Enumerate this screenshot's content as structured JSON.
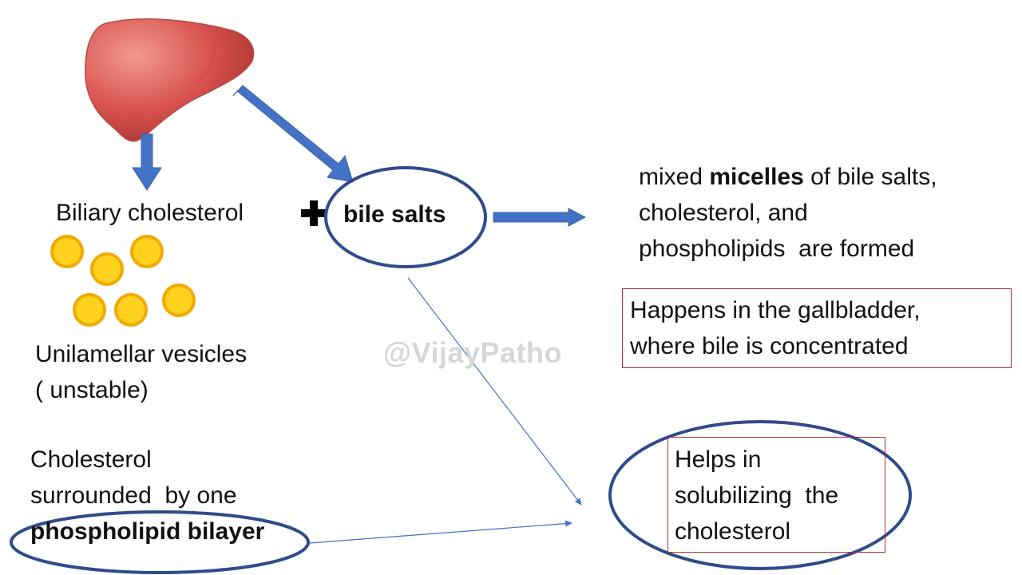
{
  "colors": {
    "arrow_blue": "#4472c4",
    "ellipse_navy": "#2f4b8a",
    "box_red": "#b03030",
    "liver_red": "#d9534f",
    "vesicle_yellow": "#ffd21f",
    "vesicle_ring": "#f2a900"
  },
  "icons": {
    "liver": "liver-icon",
    "plus": "plus-icon",
    "vesicles": "vesicle-icon"
  },
  "labels": {
    "biliary_cholesterol": "Biliary cholesterol",
    "bile_salts": "bile salts",
    "micelles_pre": "mixed ",
    "micelles_bold": "micelles",
    "micelles_post": " of bile salts,",
    "micelles_line2": "cholesterol, and",
    "micelles_line3": "phospholipids  are formed",
    "unilamellar_line1": "Unilamellar vesicles",
    "unilamellar_line2": "( unstable)",
    "gallbladder_line1": "Happens in the gallbladder,",
    "gallbladder_line2": "where bile is concentrated",
    "surrounded_line1": "Cholesterol",
    "surrounded_line2": "surrounded  by one",
    "bilayer": "phospholipid bilayer",
    "helps_line1": "Helps in",
    "helps_line2": "solubilizing  the",
    "helps_line3": "cholesterol",
    "watermark": "@VijayPatho"
  }
}
